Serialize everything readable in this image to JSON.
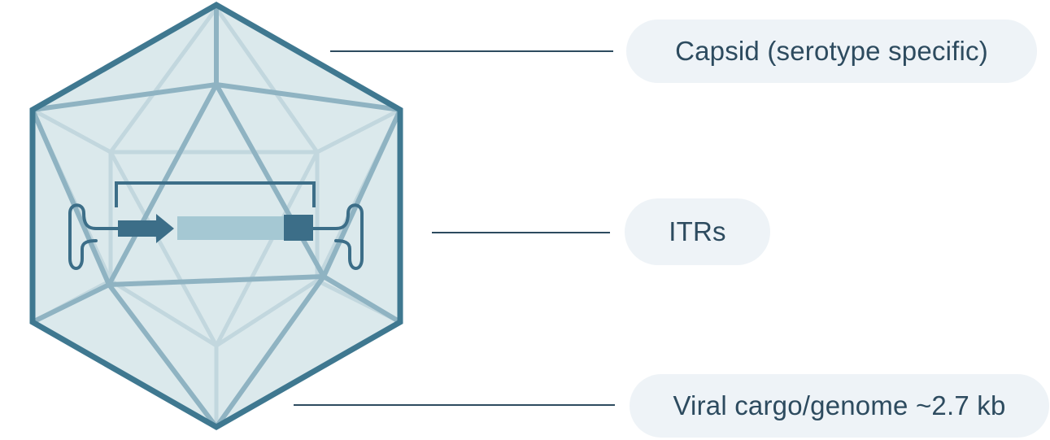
{
  "labels": {
    "capsid": "Capsid (serotype specific)",
    "itrs": "ITRs",
    "cargo": "Viral cargo/genome ~2.7 kb"
  },
  "colors": {
    "capsid_outline": "#3f7890",
    "capsid_fill": "#dbe9ec",
    "capsid_inner_edges": "#8fb3c2",
    "capsid_back_edges": "#c2d7de",
    "genome_dark": "#3c6e88",
    "genome_light": "#a5c8d3",
    "leader_line": "#2d4b5f",
    "label_bg": "#eef3f7",
    "label_text": "#2d4b5f"
  }
}
